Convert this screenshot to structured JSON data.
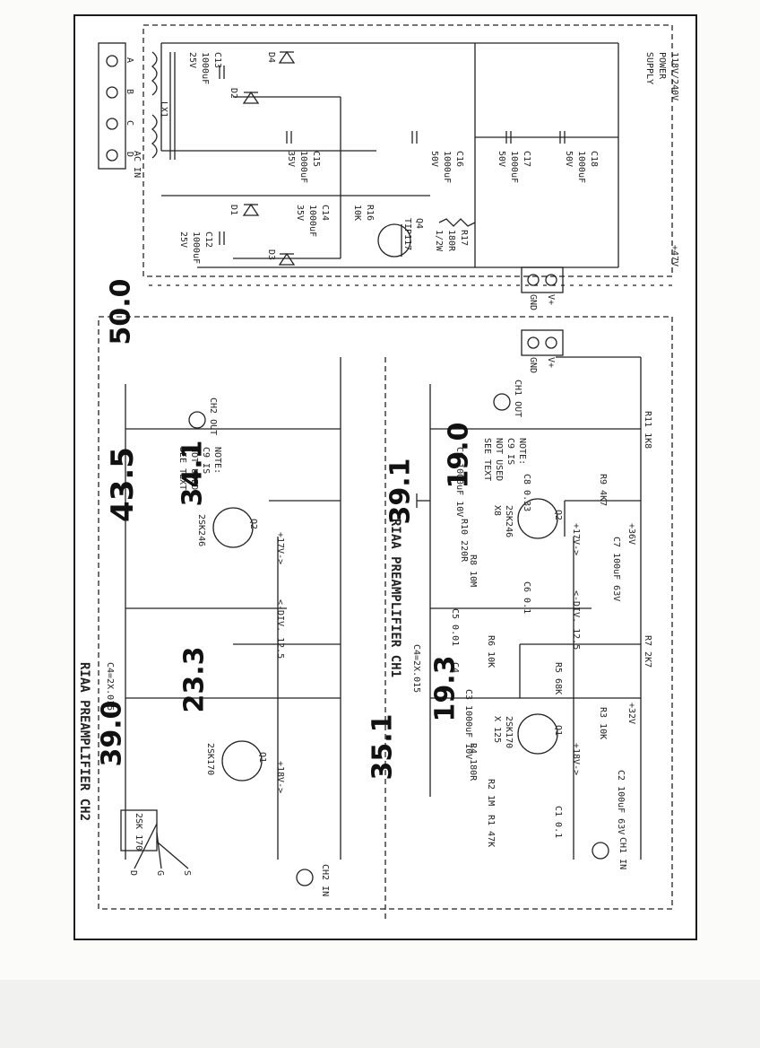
{
  "power": {
    "title1": "118V/240V",
    "title2": "POWER",
    "title3": "SUPPLY",
    "ac_in": "AC IN",
    "ac_pins": [
      "A",
      "B",
      "C",
      "D"
    ],
    "v47": "+47V",
    "vplus": "V+",
    "gnd": "GND",
    "lx1": "LX1",
    "parts": [
      {
        "ref": "C18",
        "val": "1000uF",
        "v": "50V"
      },
      {
        "ref": "C17",
        "val": "1000uF",
        "v": "50V"
      },
      {
        "ref": "C16",
        "val": "1000uF",
        "v": "50V"
      },
      {
        "ref": "C15",
        "val": "1000uF",
        "v": "35V"
      },
      {
        "ref": "C13",
        "val": "1000uF",
        "v": "25V"
      },
      {
        "ref": "C14",
        "val": "1000uF",
        "v": "35V"
      },
      {
        "ref": "C12",
        "val": "1000uF",
        "v": "25V"
      },
      {
        "ref": "R17",
        "val": "180R",
        "v": "1/2W"
      },
      {
        "ref": "R16",
        "val": "10K",
        "v": ""
      },
      {
        "ref": "Q4",
        "val": "TIP117",
        "v": ""
      }
    ],
    "diodes": [
      "D1",
      "D2",
      "D3",
      "D4"
    ]
  },
  "ch1": {
    "title": "RIAA PREAMPLIFIER CH1",
    "in": "CH1 IN",
    "out": "CH1 OUT",
    "q1": "Q1",
    "q1type": "2SK170",
    "q1x": "X 125",
    "q2": "Q2",
    "q2type": "2SK246",
    "q2x": "X8",
    "v36": "+36V",
    "v32": "+32V",
    "v18": "+18V->",
    "v17": "+17V->",
    "div": "<-DIV. 12.5",
    "c4note": "C4=2X.015",
    "note": [
      "NOTE:",
      "C9 IS",
      "NOT USED",
      "SEE TEXT"
    ],
    "parts": {
      "r1": "R1 47K",
      "r2": "R2 1M",
      "r3": "R3 10K",
      "r4": "R4 180R",
      "r5": "R5 68K",
      "r6": "R6 10K",
      "r7": "R7 2K7",
      "r8": "R8 10M",
      "r9": "R9 4K7",
      "r10": "R10 220R",
      "r11": "R11 1K8",
      "c1": "C1 0.1",
      "c2": "C2 100uF 63V",
      "c3": "C3 1000uF 10V",
      "c4": "C4",
      "c5": "C5 0.01",
      "c6": "C6 0.1",
      "c7": "C7 100uF 63V",
      "c8": "C8 0.33",
      "c9": "C9 1000uF 10V"
    }
  },
  "ch2": {
    "title": "RIAA PREAMPLIFIER CH2",
    "in": "CH2 IN",
    "out": "CH2 OUT",
    "q1": "Q1",
    "q1type": "2SK170",
    "q2": "Q2",
    "q2type": "2SK246",
    "v18": "+18V->",
    "v17": "+17V->",
    "div": "<-DIV. 12.5",
    "c4note": "C4=2X.015",
    "note": [
      "NOTE:",
      "C9 IS",
      "NOT USED",
      "SEE TEXT"
    ]
  },
  "pinout": {
    "part": "2SK 170",
    "pins": [
      "S",
      "G",
      "D"
    ]
  },
  "handwritten": {
    "h500": "50.0",
    "h435": "43.5",
    "h341": "34.1",
    "h391": "39.1",
    "h190": "19.0",
    "h233": "23.3",
    "h390": "39.0",
    "h193": "19.3",
    "h351": "35.1"
  }
}
